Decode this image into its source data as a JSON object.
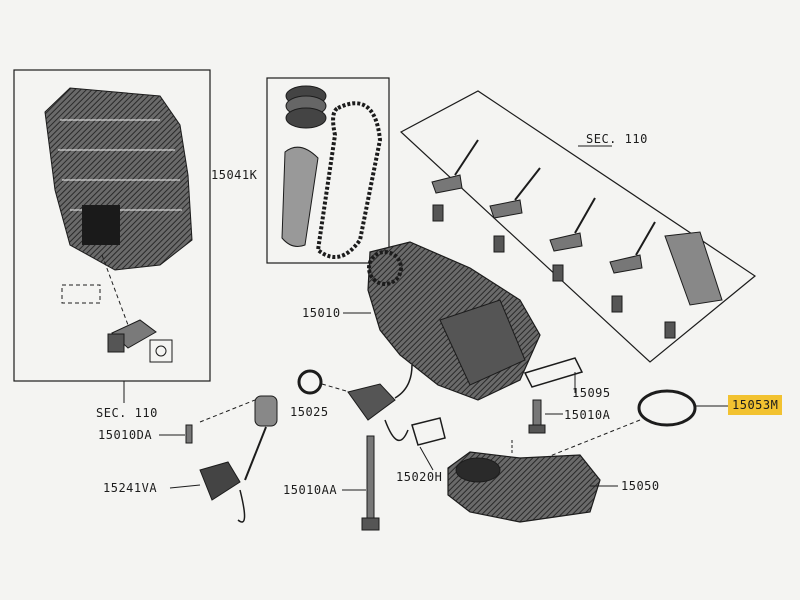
{
  "labels": {
    "sec_110_top": "SEC. 110",
    "sec_110_left": "SEC. 110",
    "p15041K": "15041K",
    "p15010": "15010",
    "p15025": "15025",
    "p15095": "15095",
    "p15010A": "15010A",
    "p15053M": "15053M",
    "p15010DA": "15010DA",
    "p15241VA": "15241VA",
    "p15010AA": "15010AA",
    "p15020H": "15020H",
    "p15050": "15050"
  },
  "colors": {
    "background": "#f4f4f2",
    "line": "#1c1c1c",
    "part_fill": "#3a3a3a",
    "highlight": "#f2c230"
  },
  "highlighted_part": "15053M"
}
